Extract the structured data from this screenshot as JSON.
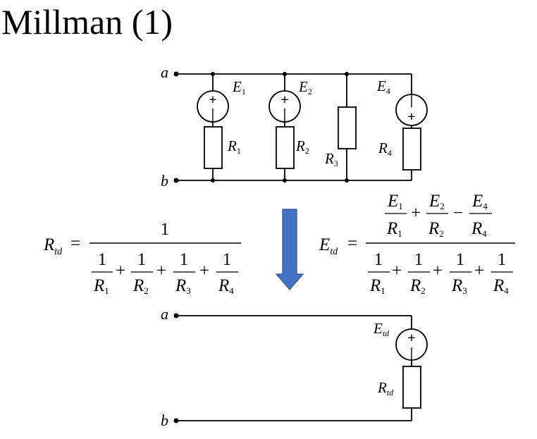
{
  "title": "Millman (1)",
  "nodes": {
    "a": "a",
    "b": "b"
  },
  "top_circuit": {
    "sources": [
      {
        "letter": "E",
        "sub": "1"
      },
      {
        "letter": "E",
        "sub": "2"
      },
      {
        "letter": "E",
        "sub": "4"
      }
    ],
    "resistors": [
      {
        "letter": "R",
        "sub": "1"
      },
      {
        "letter": "R",
        "sub": "2"
      },
      {
        "letter": "R",
        "sub": "3"
      },
      {
        "letter": "R",
        "sub": "4"
      }
    ]
  },
  "formula_rtd": {
    "lhs_letter": "R",
    "lhs_sub": "td",
    "equals": "=",
    "numerator": "1",
    "terms": [
      {
        "num": "1",
        "letter": "R",
        "sub": "1"
      },
      {
        "num": "1",
        "letter": "R",
        "sub": "2"
      },
      {
        "num": "1",
        "letter": "R",
        "sub": "3"
      },
      {
        "num": "1",
        "letter": "R",
        "sub": "4"
      }
    ],
    "ops": [
      "+",
      "+",
      "+"
    ]
  },
  "formula_etd": {
    "lhs_letter": "E",
    "lhs_sub": "td",
    "equals": "=",
    "num_terms": [
      {
        "e_letter": "E",
        "e_sub": "1",
        "r_letter": "R",
        "r_sub": "1"
      },
      {
        "e_letter": "E",
        "e_sub": "2",
        "r_letter": "R",
        "r_sub": "2"
      },
      {
        "e_letter": "E",
        "e_sub": "4",
        "r_letter": "R",
        "r_sub": "4"
      }
    ],
    "num_ops": [
      "+",
      "−"
    ],
    "den_terms": [
      {
        "num": "1",
        "letter": "R",
        "sub": "1"
      },
      {
        "num": "1",
        "letter": "R",
        "sub": "2"
      },
      {
        "num": "1",
        "letter": "R",
        "sub": "3"
      },
      {
        "num": "1",
        "letter": "R",
        "sub": "4"
      }
    ],
    "den_ops": [
      "+",
      "+",
      "+"
    ]
  },
  "bottom_circuit": {
    "source": {
      "letter": "E",
      "sub": "td"
    },
    "resistor": {
      "letter": "R",
      "sub": "td"
    }
  },
  "colors": {
    "arrow": "#4472C4",
    "arrow_border": "#2F528F",
    "ink": "#000000"
  }
}
